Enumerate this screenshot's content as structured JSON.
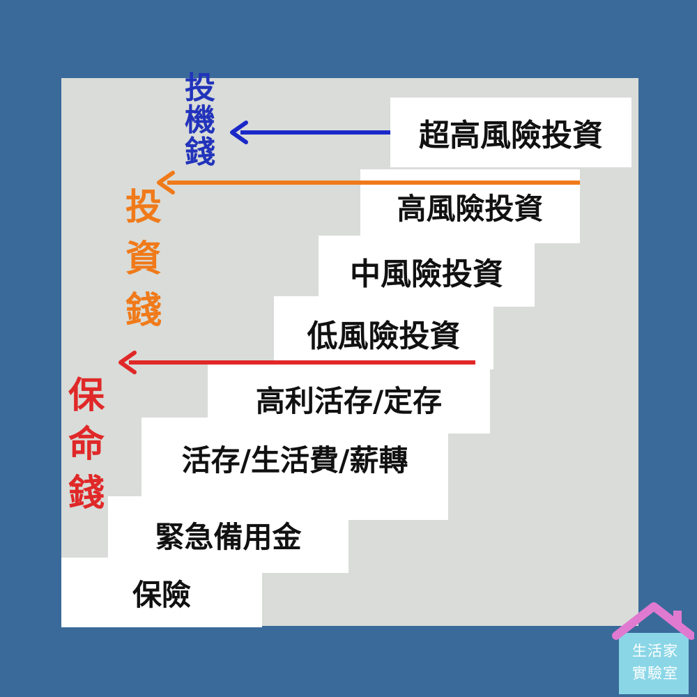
{
  "steps": [
    {
      "label": "超高風險投資"
    },
    {
      "label": "高風險投資"
    },
    {
      "label": "中風險投資"
    },
    {
      "label": "低風險投資"
    },
    {
      "label": "高利活存/定存"
    },
    {
      "label": "活存/生活費/薪轉"
    },
    {
      "label": "緊急備用金"
    },
    {
      "label": "保險"
    }
  ],
  "categories": {
    "speculative": {
      "chars": [
        "投",
        "機",
        "錢"
      ],
      "color": "#2233bb"
    },
    "investment": {
      "chars": [
        "投",
        "資",
        "錢"
      ],
      "color": "#f07a1a"
    },
    "life_saving": {
      "chars": [
        "保",
        "命",
        "錢"
      ],
      "color": "#e02828"
    }
  },
  "logo": {
    "line1": "生活家",
    "line2": "實驗室"
  },
  "colors": {
    "background": "#3a6a9a",
    "panel": "#d9dcd8",
    "step": "#ffffff",
    "logo_roof": "#e07ad0",
    "logo_body": "#8ad6e6"
  }
}
